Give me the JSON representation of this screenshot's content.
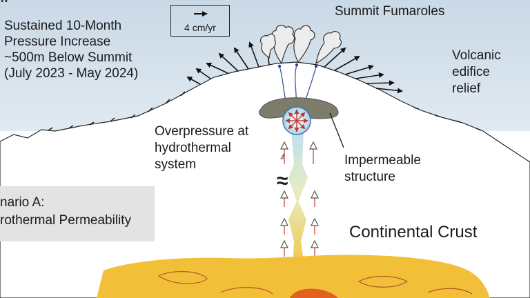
{
  "colors": {
    "sky_top": "#c9d9e6",
    "sky_bottom": "#ffffff",
    "edifice": "#ffffff",
    "magma": "#f2c038",
    "magma_hot": "#e2611f",
    "crust_glow": "#f6a48a",
    "impermeable": "#7d7b6a",
    "pressure_sphere": "#b9dcf2",
    "arrow_red": "#c0392b",
    "scenario_box": "#e3e3e3"
  },
  "labels": {
    "top_left_glyph": "w",
    "title_line1": "Sustained 10-Month",
    "title_line2": "Pressure Increase",
    "title_line3": "~500m Below Summit",
    "title_line4": "(July 2023 - May 2024)",
    "scale": "4 cm/yr",
    "summit_fumaroles": "Summit Fumaroles",
    "volcanic_line1": "Volcanic",
    "volcanic_line2": "edifice",
    "volcanic_line3": "relief",
    "overpressure_line1": "Overpressure at",
    "overpressure_line2": "hydrothermal",
    "overpressure_line3": "system",
    "impermeable_line1": "Impermeable",
    "impermeable_line2": "structure",
    "approx_symbol": "≈",
    "scenario_line1": "nario A:",
    "scenario_line2": "rothermal Permeability",
    "continental_crust": "Continental Crust"
  }
}
